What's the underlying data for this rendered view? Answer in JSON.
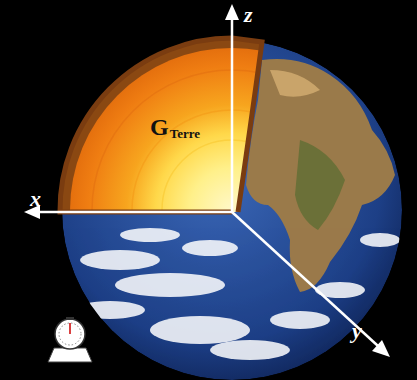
{
  "diagram": {
    "labels": [
      "z",
      "x",
      "y",
      "G",
      "Terre"
    ]
  }
}
